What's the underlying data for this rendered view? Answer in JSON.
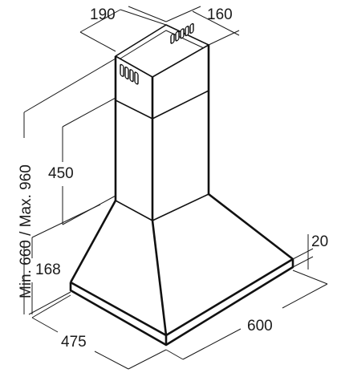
{
  "dimensions": {
    "chimney_width": "190",
    "chimney_depth": "160",
    "chimney_height": "450",
    "total_height": "Min. 660 / Max. 960",
    "canopy_height": "168",
    "edge_thickness": "20",
    "hood_depth": "475",
    "hood_width": "600"
  },
  "colors": {
    "line": "#111111",
    "background": "#ffffff"
  }
}
